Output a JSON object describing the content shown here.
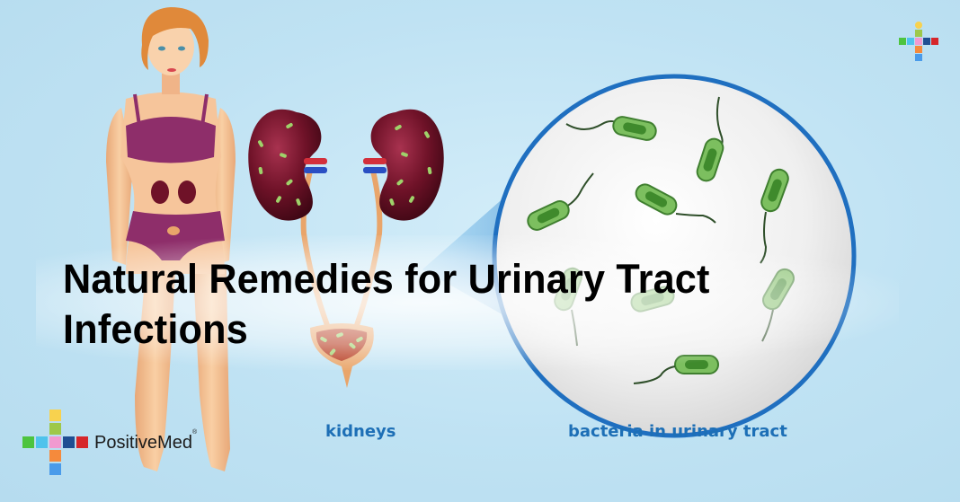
{
  "title": {
    "line1": "Natural Remedies for Urinary Tract",
    "line2": "Infections"
  },
  "captions": {
    "kidneys": "kidneys",
    "bacteria": "bacteria in urinary tract"
  },
  "brand": {
    "name": "PositiveMed",
    "registered": "®",
    "cross_colors": {
      "top1": "#f8d24e",
      "top2": "#9ec84a",
      "left1": "#4dc43f",
      "left2": "#4fc3ec",
      "center": "#f19ad0",
      "right1": "#1f4e92",
      "right2": "#d6262a",
      "bottom1": "#f58a3c",
      "bottom2": "#4a9bea"
    }
  },
  "colors": {
    "background": "#bfe2f3",
    "caption": "#1d6fb6",
    "magnifier_border": "#1f6fc0",
    "bacteria": "#6fb45a",
    "kidney": "#7a1630"
  }
}
